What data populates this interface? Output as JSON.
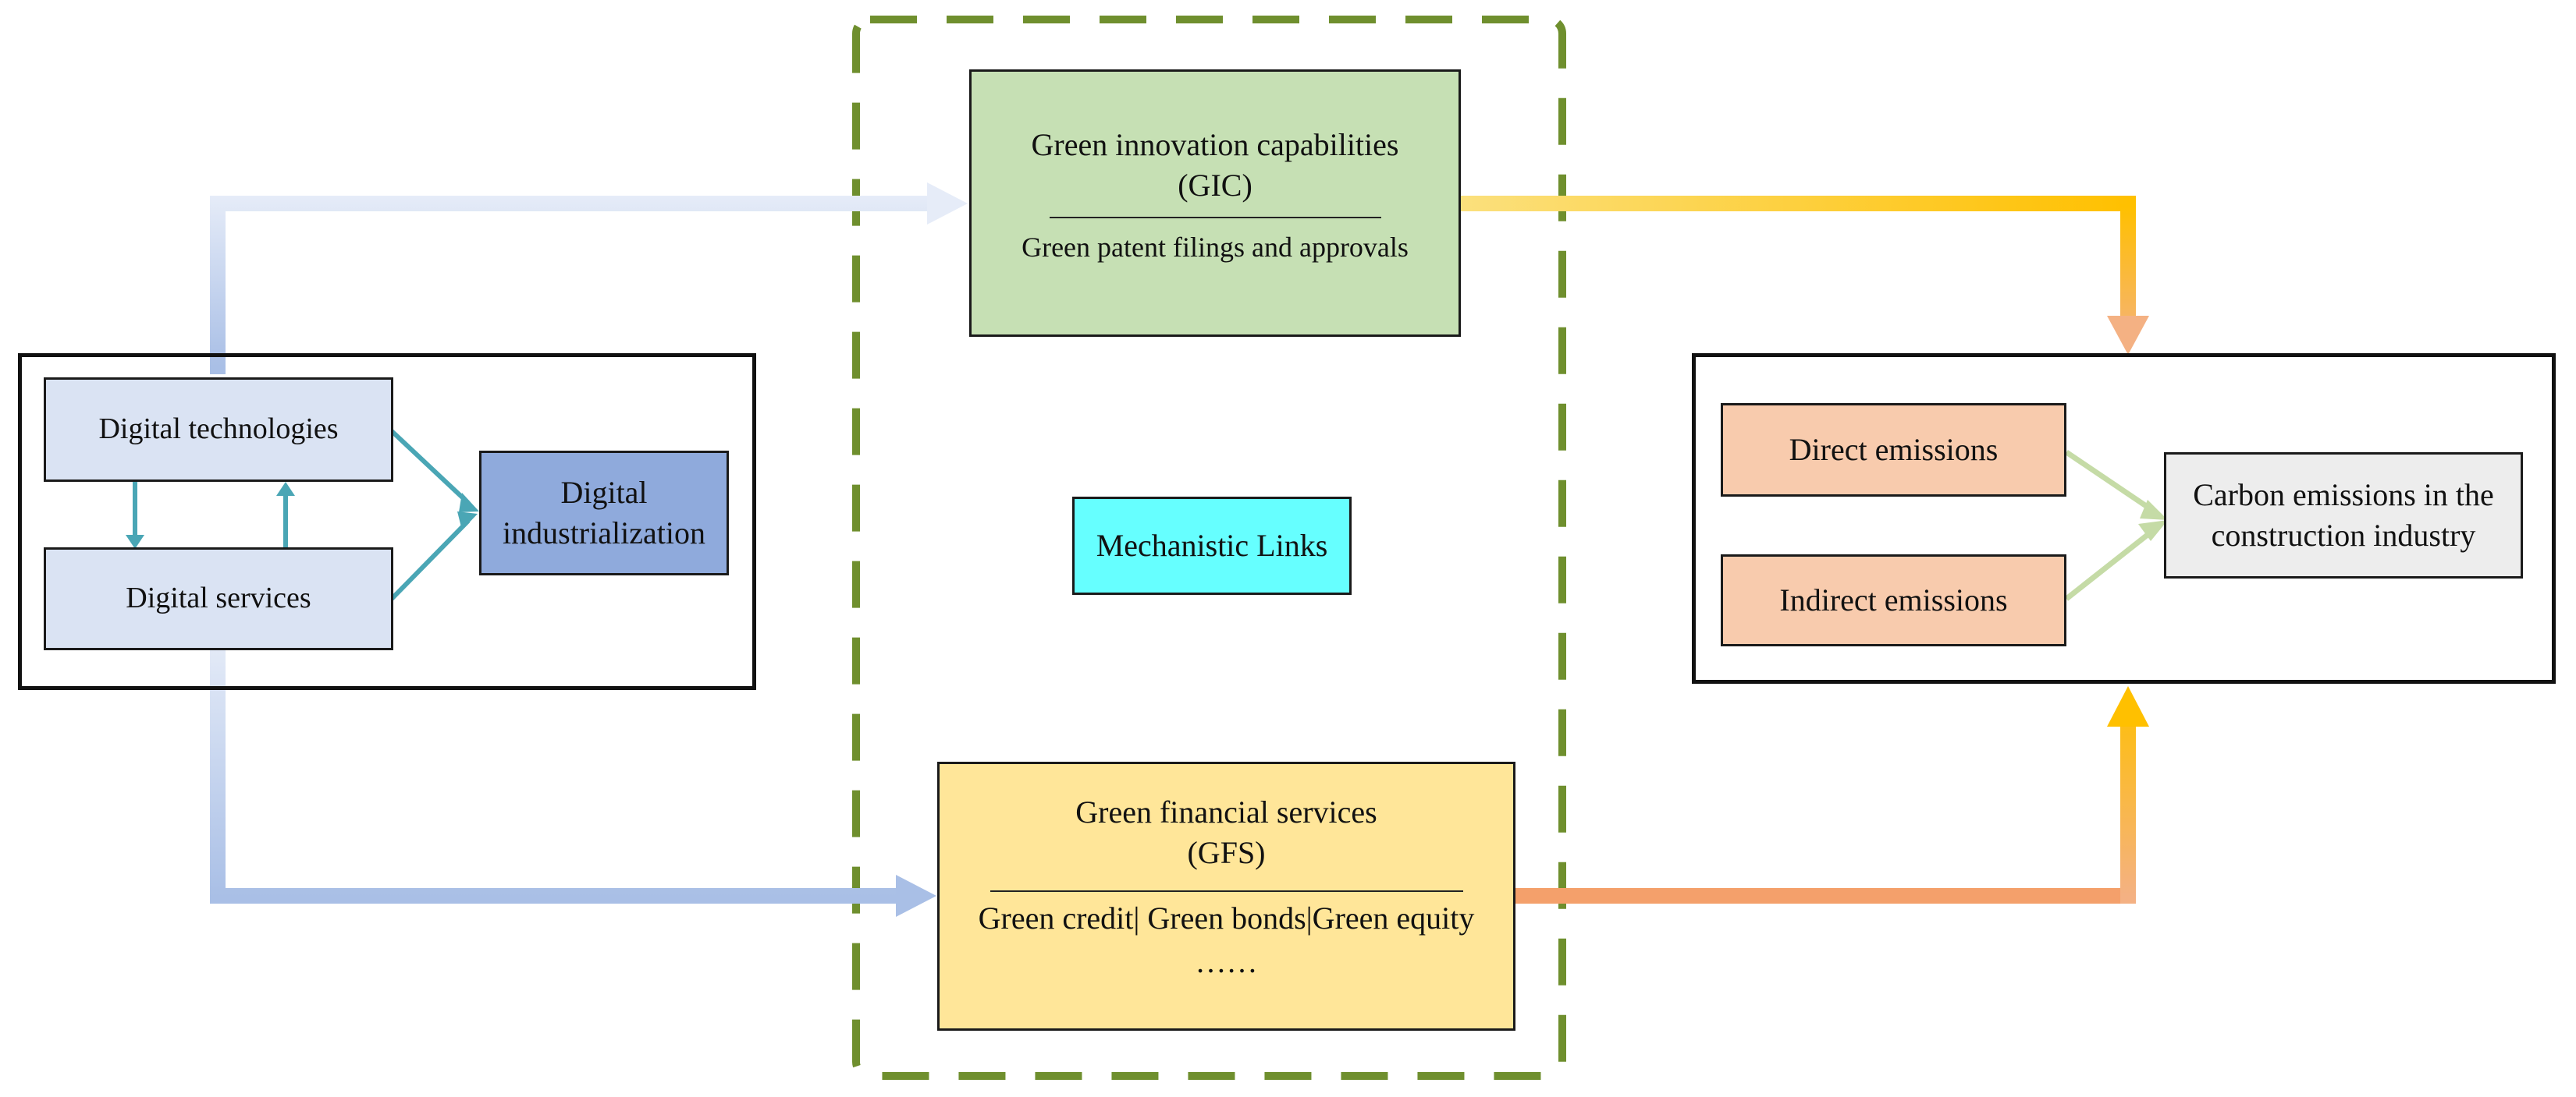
{
  "left_group": {
    "digital_technologies": "Digital technologies",
    "digital_services": "Digital services",
    "digital_industrialization": "Digital industrialization"
  },
  "mechanism": {
    "label": "Mechanistic Links",
    "gic": {
      "title": "Green innovation capabilities",
      "abbr": "(GIC)",
      "detail": "Green patent filings and approvals"
    },
    "gfs": {
      "title": "Green financial services",
      "abbr": "(GFS)",
      "detail": "Green credit| Green bonds|Green equity",
      "ellipsis": "……"
    }
  },
  "right_group": {
    "direct": "Direct emissions",
    "indirect": "Indirect emissions",
    "carbon": "Carbon emissions in the construction industry"
  },
  "colors": {
    "dashed_border": "#6f8f2e",
    "gic_fill": "#c6e0b4",
    "gfs_fill": "#ffe699",
    "digital_box_fill": "#dae3f3",
    "industrialization_fill": "#8faadc",
    "mechanistic_fill": "#66ffff",
    "emission_fill": "#f8cbad",
    "carbon_fill": "#ededed",
    "teal_arrow": "#4aa6b5"
  }
}
